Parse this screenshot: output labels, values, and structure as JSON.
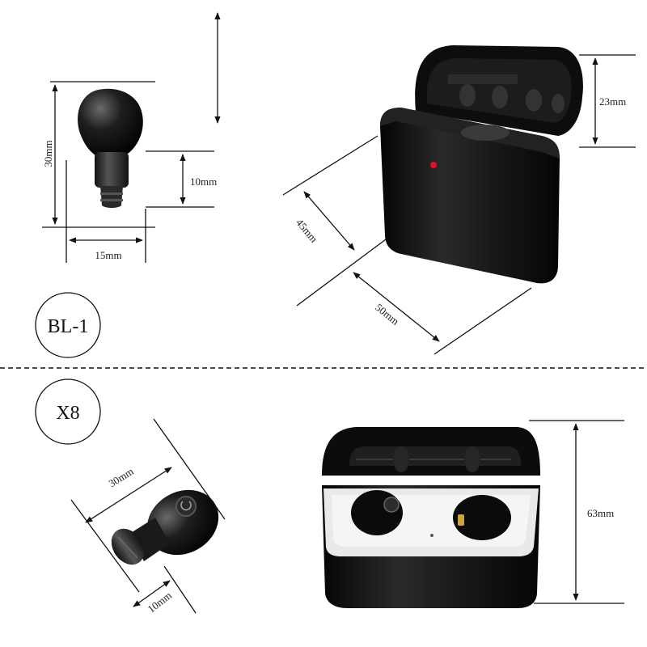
{
  "models": {
    "top": {
      "label": "BL-1"
    },
    "bottom": {
      "label": "X8"
    }
  },
  "dimensions": {
    "bl1_earbud_height": "30mm",
    "bl1_earbud_width": "15mm",
    "bl1_earbud_tip": "10mm",
    "bl1_case_lid": "23mm",
    "bl1_case_depth": "45mm",
    "bl1_case_width": "50mm",
    "x8_earbud_length": "30mm",
    "x8_earbud_tip": "10mm",
    "x8_case_height": "63mm"
  },
  "colors": {
    "product_black": "#121212",
    "led_red": "#e0102a",
    "line": "#111111",
    "background": "#ffffff"
  }
}
